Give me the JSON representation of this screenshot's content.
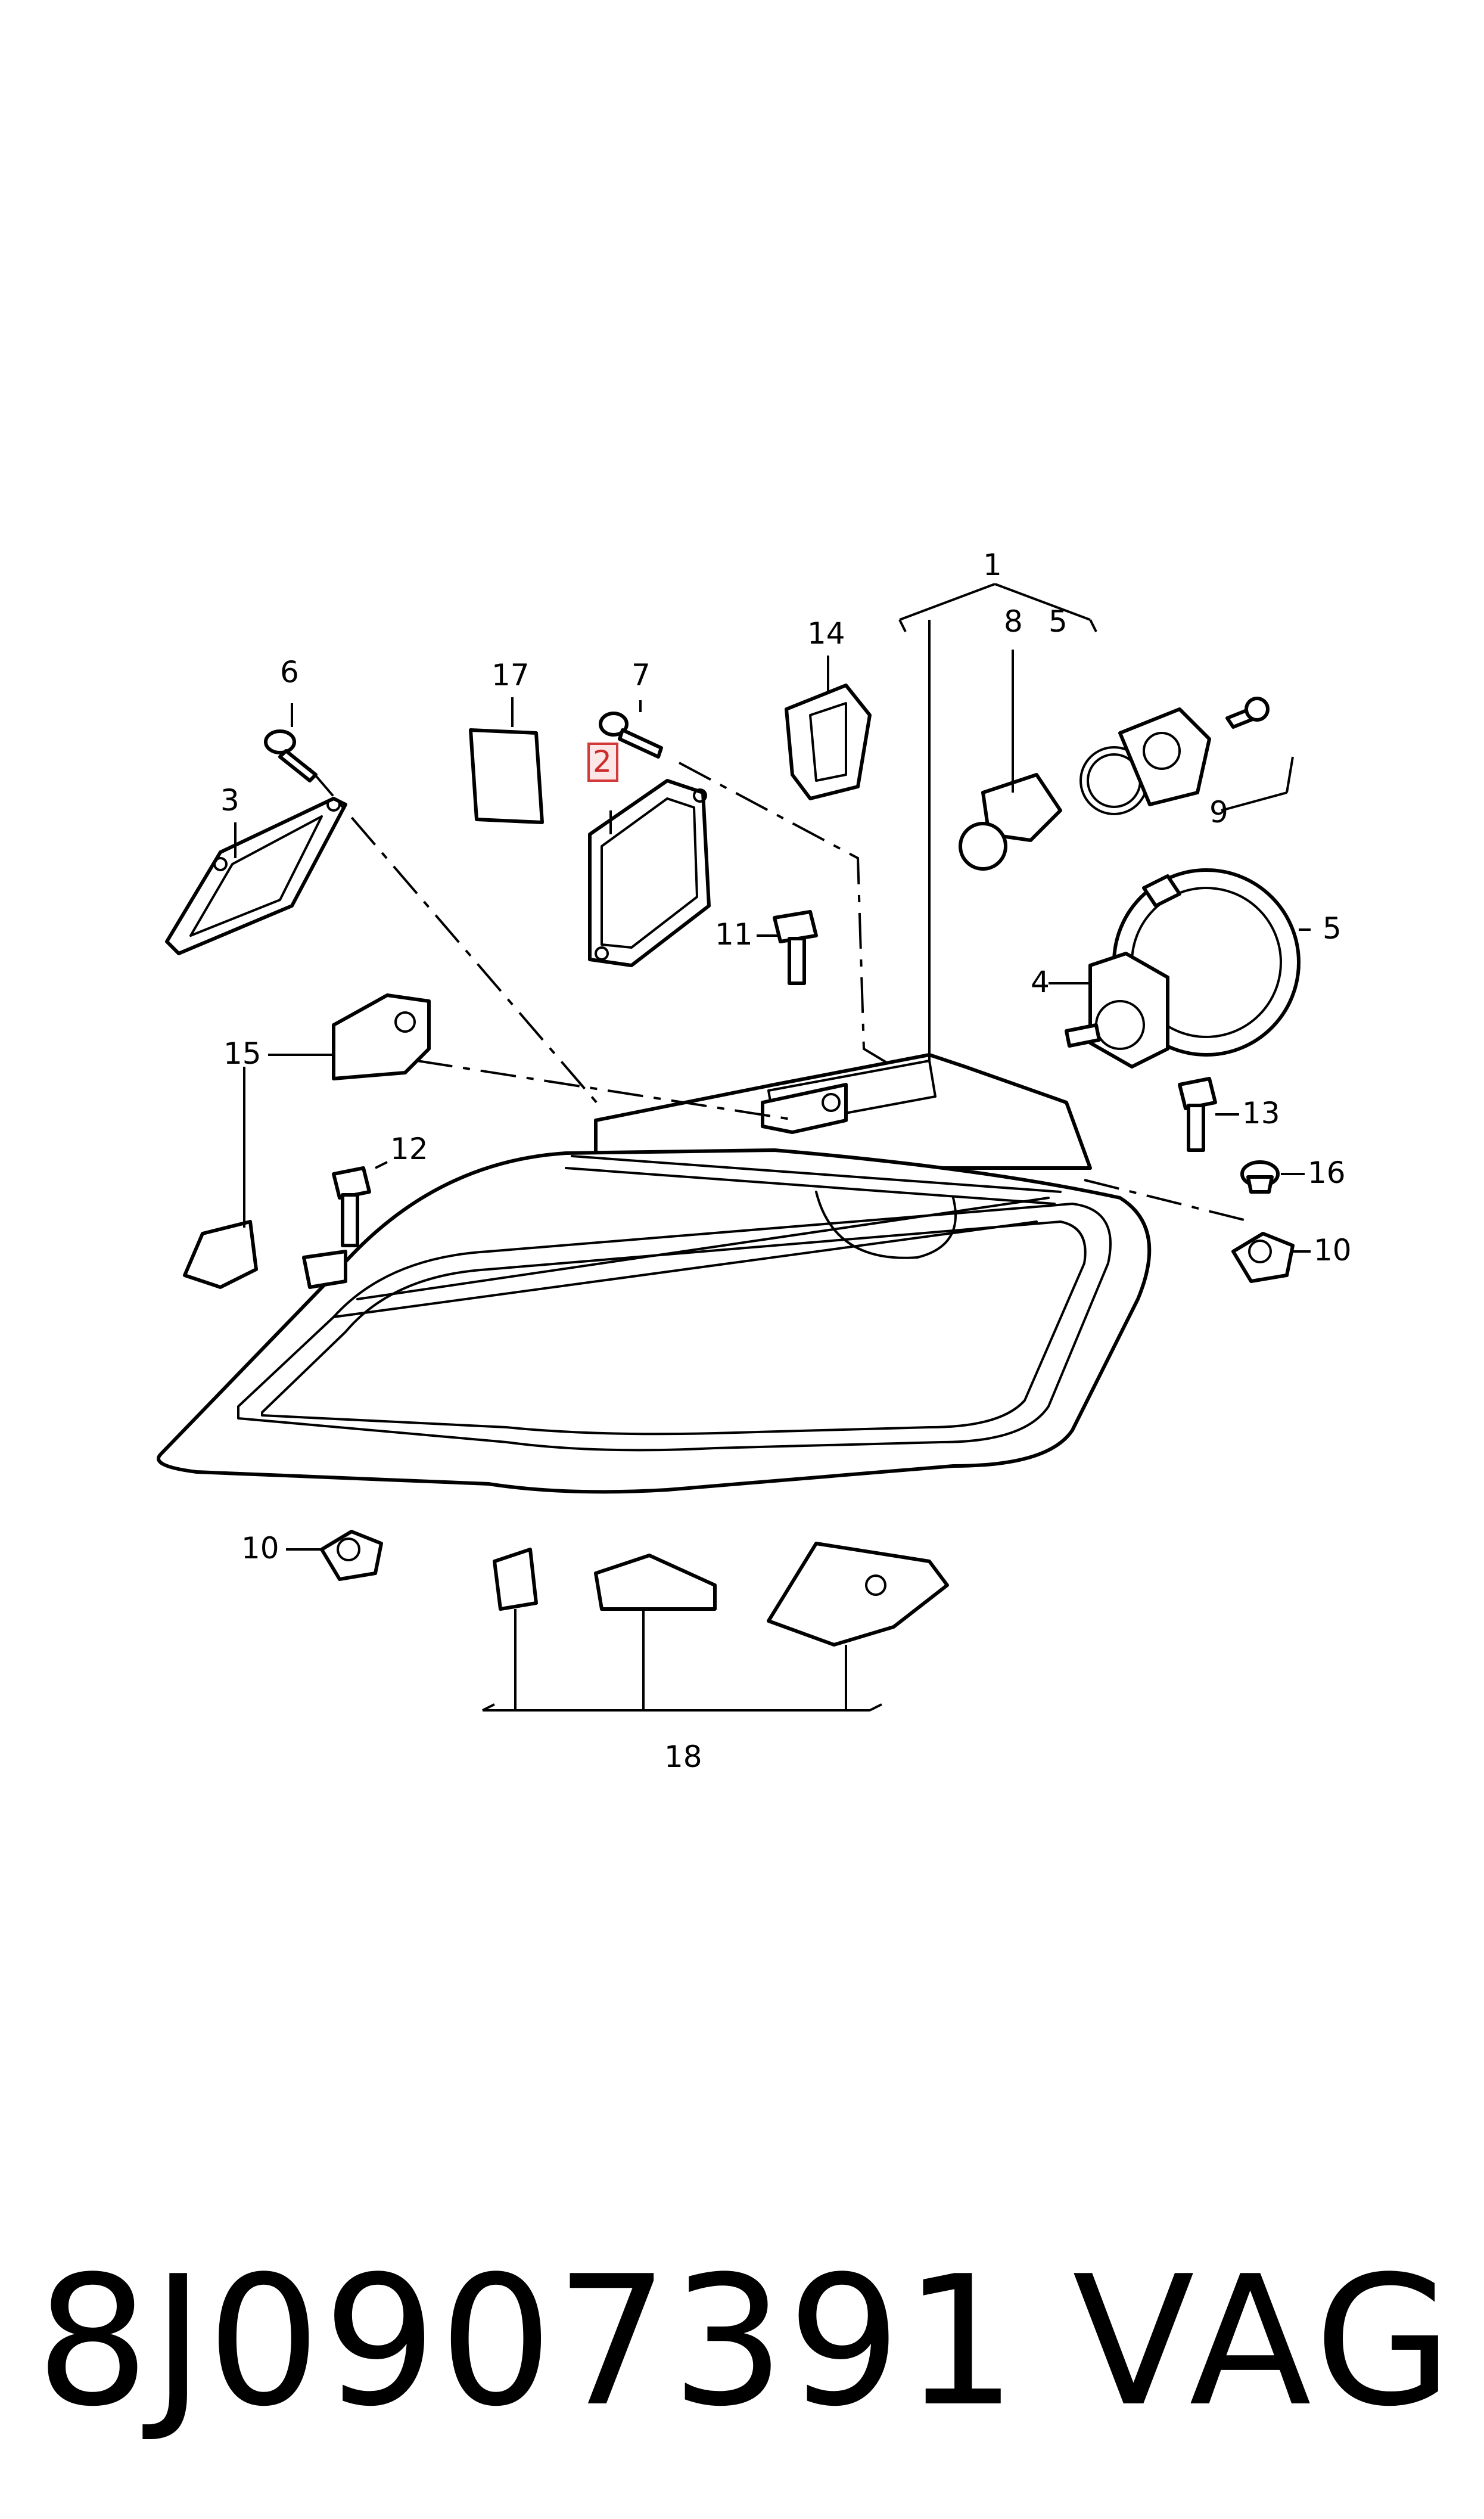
{
  "callouts": {
    "c1": "1",
    "c2": "2",
    "c3": "3",
    "c4": "4",
    "c5a": "5",
    "c5b": "5",
    "c6": "6",
    "c7": "7",
    "c8": "8",
    "c9": "9",
    "c10a": "10",
    "c10b": "10",
    "c11": "11",
    "c12": "12",
    "c13": "13",
    "c14": "14",
    "c15": "15",
    "c16": "16",
    "c17": "17",
    "c18": "18"
  },
  "highlight_color": "#d23a3a",
  "footer": {
    "part_number": "8J0907391",
    "brand": "VAG"
  }
}
